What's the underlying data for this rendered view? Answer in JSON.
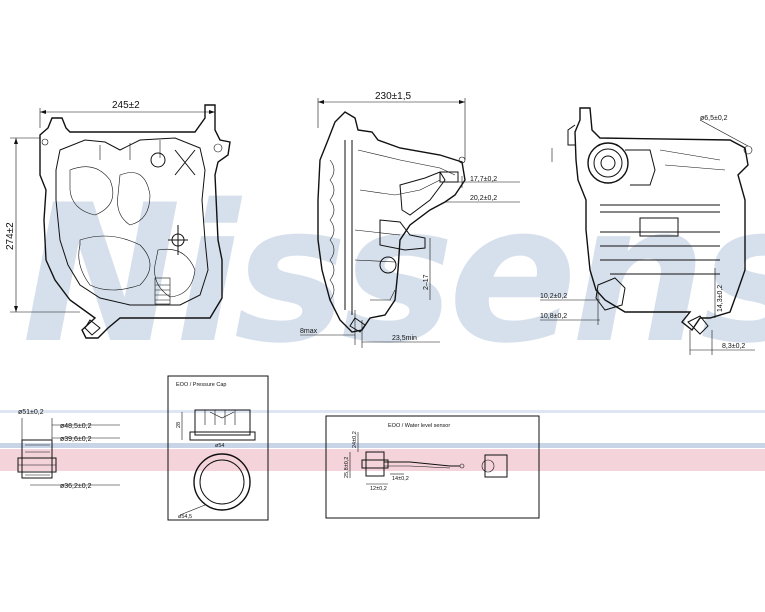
{
  "watermark": {
    "text": "Nissens",
    "color": "#c9d6e6"
  },
  "stripes": {
    "blue": "#c8d4e8",
    "pink": "#f2c6cf"
  },
  "front_view": {
    "width": "245±2",
    "height": "274±2"
  },
  "side_view": {
    "width": "230±1,5",
    "d1": "17,7±0,2",
    "d2": "20,2±0,2",
    "d3": "2–17",
    "d4": "8max",
    "d5": "23,5min"
  },
  "rear_view": {
    "d1": "ø6,5±0,2",
    "d2": "14,3±0,2",
    "d3": "10,2±0,2",
    "d4": "10,8±0,2",
    "d5": "8,3±0,2"
  },
  "fitting": {
    "d1": "ø51±0,2",
    "d2": "ø48,5±0,2",
    "d3": "ø39,6±0,2",
    "d4": "ø36,2±0,2"
  },
  "pressure_cap": {
    "title": "EOO / Pressure Cap",
    "height": "28",
    "width": "ø54",
    "diameter": "ø54,5"
  },
  "level_sensor": {
    "title": "EOO / Water level sensor",
    "d1": "24±0,2",
    "d2": "25,8±0,2",
    "d3": "14±0,2",
    "d4": "12±0,2"
  }
}
